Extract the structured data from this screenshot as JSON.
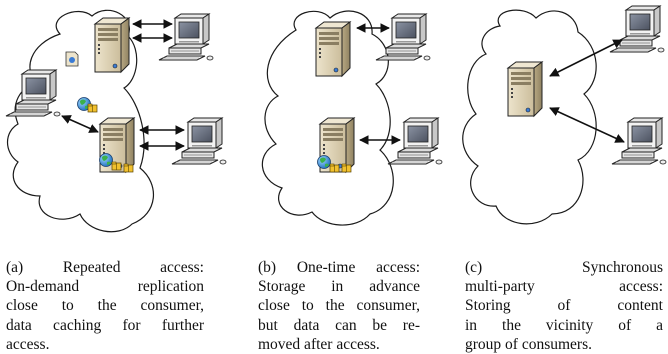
{
  "figure": {
    "panels": [
      {
        "id": "a",
        "caption_lines": [
          "(a) Repeated access:",
          "On-demand replication",
          "close to the consumer,",
          "data caching for further",
          "access."
        ]
      },
      {
        "id": "b",
        "caption_lines": [
          "(b) One-time access:",
          "Storage in advance",
          "close to the consumer,",
          "but data can be re-",
          "moved after access."
        ]
      },
      {
        "id": "c",
        "caption_lines": [
          "(c) Synchronous",
          "multi-party access:",
          "Storing of content",
          "in the vicinity of a",
          "group of consumers."
        ]
      }
    ],
    "icons": [
      "cloud-icon",
      "server-icon",
      "desktop-computer-icon",
      "globe-icon",
      "data-package-icon",
      "bidirectional-arrow-icon"
    ],
    "colors": {
      "cloud_stroke": "#1a1a1a",
      "server_body": "#d8cdb2",
      "monitor_body": "#f0f0f0",
      "screen": "#6d7380",
      "globe": "#2f8fd6",
      "package": "#f2c12e"
    }
  }
}
